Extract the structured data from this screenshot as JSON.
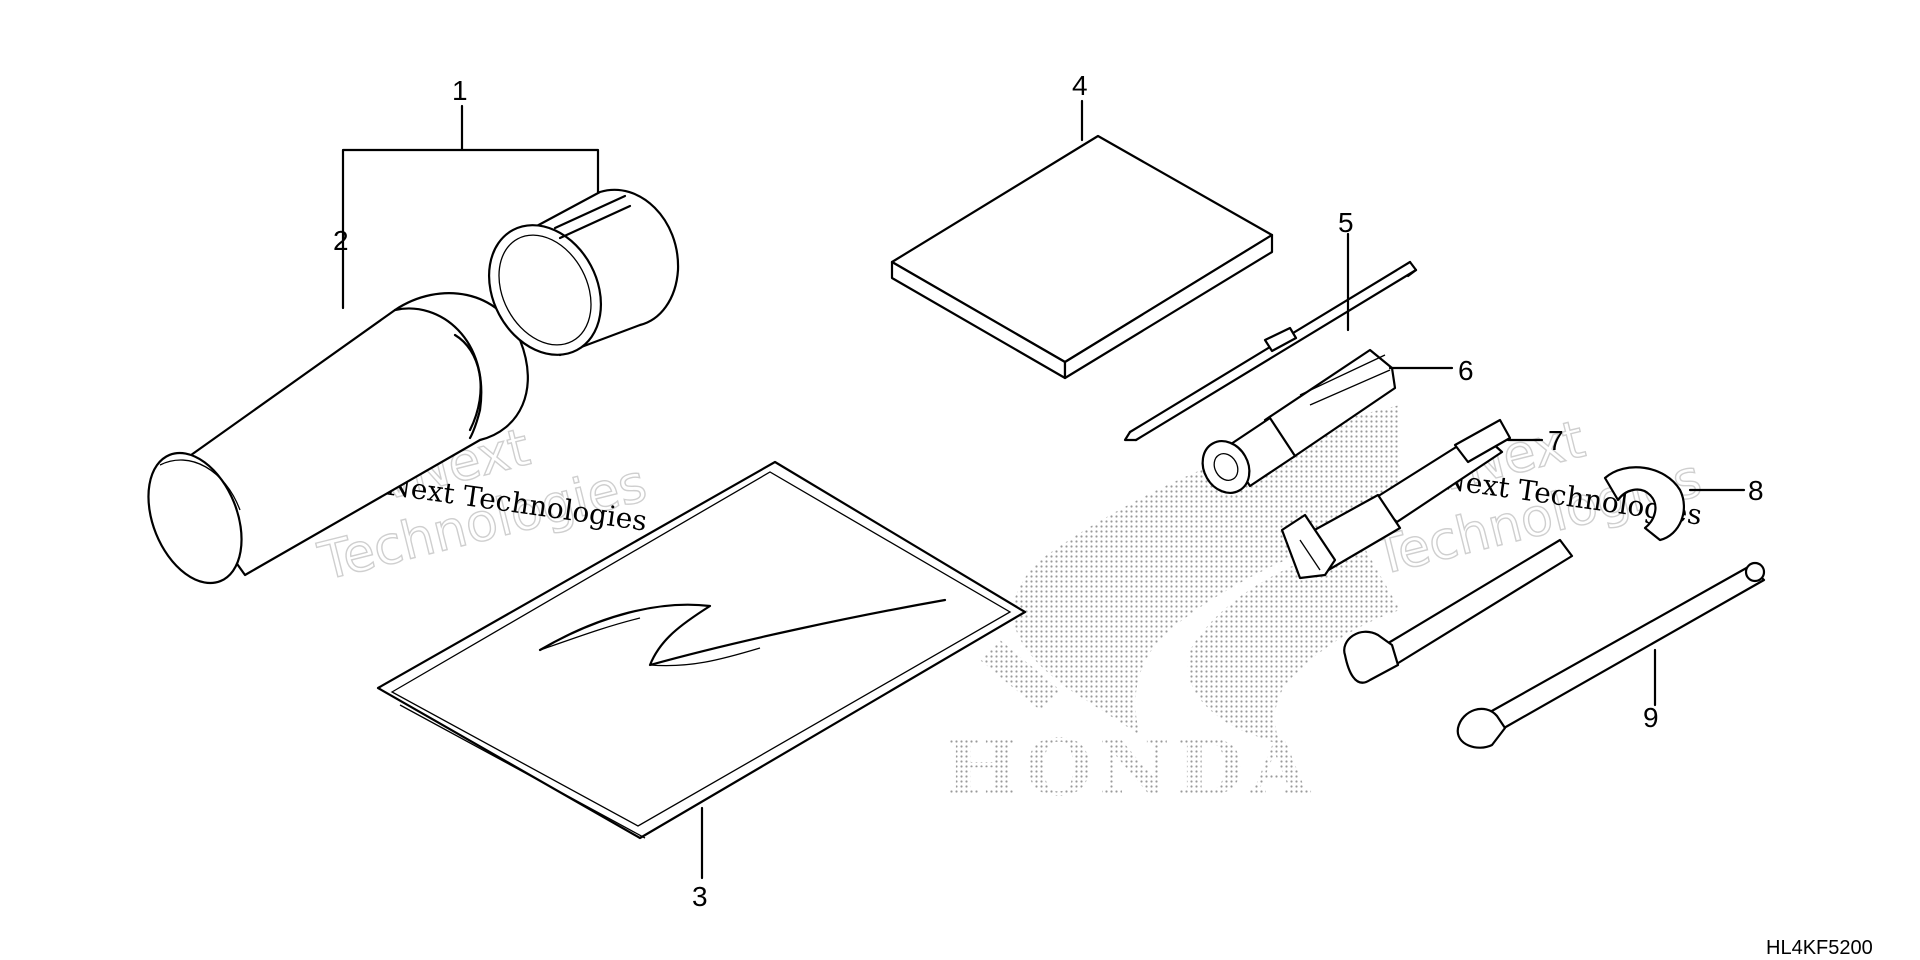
{
  "diagram": {
    "diagram_code": "HL4KF5200",
    "brand_text": "HONDA",
    "watermark": {
      "line_small": "vNext Technologies",
      "line_large_1": "vNext",
      "line_large_2": "Technologies"
    },
    "callouts": [
      "1",
      "2",
      "3",
      "4",
      "5",
      "6",
      "7",
      "8",
      "9"
    ]
  }
}
